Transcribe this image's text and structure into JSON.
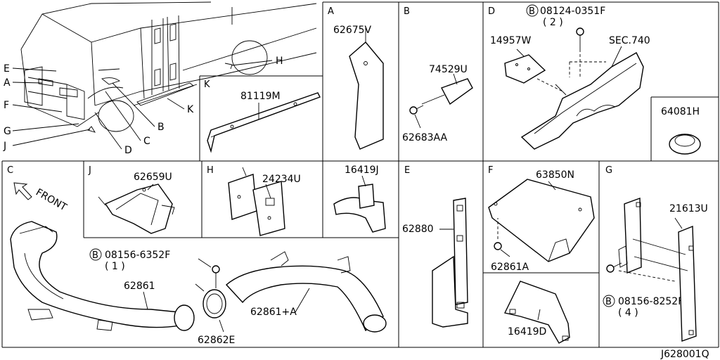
{
  "overview": {
    "letters": {
      "E": "E",
      "A": "A",
      "F": "F",
      "G": "G",
      "J": "J",
      "H": "H",
      "K": "K",
      "B": "B",
      "C": "C",
      "D": "D"
    }
  },
  "sections": {
    "A": {
      "letter": "A",
      "parts": [
        "62675V"
      ]
    },
    "B": {
      "letter": "B",
      "parts": [
        "74529U",
        "62683AA"
      ]
    },
    "D": {
      "letter": "D",
      "bolt_prefix": "B",
      "bolt": "08124-0351F",
      "bolt_qty": "( 2 )",
      "parts": [
        "14957W",
        "SEC.740",
        "64081H"
      ]
    },
    "K": {
      "letter": "K",
      "parts": [
        "81119M"
      ]
    },
    "C": {
      "letter": "C",
      "front": "FRONT",
      "bolt_prefix": "B",
      "bolt": "08156-6352F",
      "bolt_qty": "( 1 )",
      "parts": [
        "62861",
        "62862E",
        "62861+A"
      ]
    },
    "J": {
      "letter": "J",
      "parts": [
        "62659U"
      ]
    },
    "H": {
      "letter": "H",
      "parts": [
        "24234U",
        "16419J"
      ]
    },
    "E": {
      "letter": "E",
      "parts": [
        "62880"
      ]
    },
    "F": {
      "letter": "F",
      "parts": [
        "63850N",
        "62861A",
        "16419D"
      ]
    },
    "G": {
      "letter": "G",
      "bolt_prefix": "B",
      "bolt": "08156-8252F",
      "bolt_qty": "( 4 )",
      "parts": [
        "21613U"
      ]
    }
  },
  "diagram_id": "J628001Q"
}
